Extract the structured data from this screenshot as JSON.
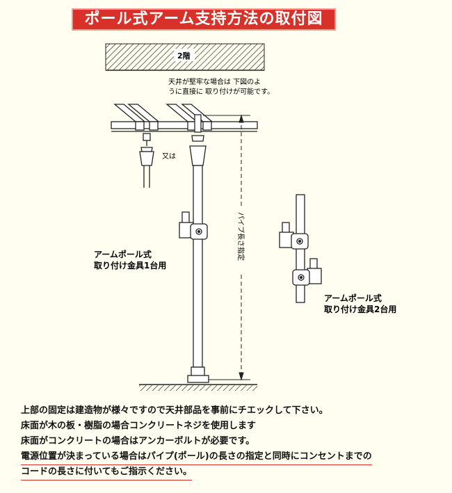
{
  "title": "ポール式アーム支持方法の取付図",
  "diagram": {
    "floor_label": "2階",
    "ceiling_note_line1": "天井が堅牢な場合は 下図のよ",
    "ceiling_note_line2": "うに直接に 取り付けが可能です。",
    "alt_label": "又は",
    "pipe_length_label": "パイプ長さ指定",
    "single_label_line1": "アームポール式",
    "single_label_line2": "取り付け金具1台用",
    "double_label_line1": "アームポール式",
    "double_label_line2": "取り付け金具2台用"
  },
  "notes": [
    "上部の固定は建造物が様々ですので天井部品を事前にチエックして下さい。",
    "床面が木の板・樹脂の場合コンクリートネジを使用します",
    "床面がコンクリートの場合はアンカーボルトが必要です。",
    "電源位置が決まっている場合はパイプ(ポール)の長さの指定と同時にコンセントまでの",
    "コードの長さに付いてもご指示ください。"
  ],
  "colors": {
    "title_bg": "#d8312a",
    "title_text": "#ffffff",
    "underline": "#d8312a"
  }
}
